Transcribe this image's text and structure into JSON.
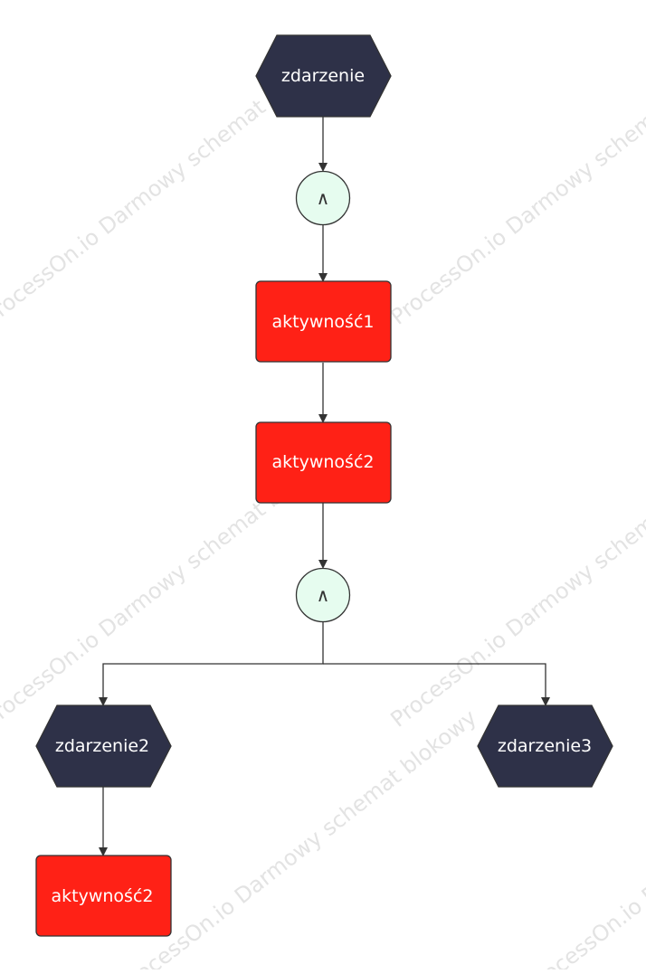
{
  "diagram": {
    "watermark_text": "ProcessOn.io Darmowy schemat blokowy",
    "colors": {
      "event_fill": "#2e3148",
      "activity_fill": "#ff2116",
      "gateway_fill": "#e6fcef",
      "stroke": "#333333",
      "text_on_shape": "#ffffff"
    },
    "nodes": [
      {
        "id": "event_start",
        "type": "event",
        "label": "zdarzenie"
      },
      {
        "id": "gate1",
        "type": "gateway",
        "label": "∧"
      },
      {
        "id": "act1",
        "type": "activity",
        "label": "aktywność1"
      },
      {
        "id": "act2",
        "type": "activity",
        "label": "aktywność2"
      },
      {
        "id": "gate2",
        "type": "gateway",
        "label": "∧"
      },
      {
        "id": "event2",
        "type": "event",
        "label": "zdarzenie2"
      },
      {
        "id": "event3",
        "type": "event",
        "label": "zdarzenie3"
      },
      {
        "id": "act3",
        "type": "activity",
        "label": "aktywność2"
      }
    ],
    "edges": [
      {
        "from": "event_start",
        "to": "gate1"
      },
      {
        "from": "gate1",
        "to": "act1"
      },
      {
        "from": "act1",
        "to": "act2"
      },
      {
        "from": "act2",
        "to": "gate2"
      },
      {
        "from": "gate2",
        "to": "event2"
      },
      {
        "from": "gate2",
        "to": "event3"
      },
      {
        "from": "event2",
        "to": "act3"
      }
    ]
  }
}
